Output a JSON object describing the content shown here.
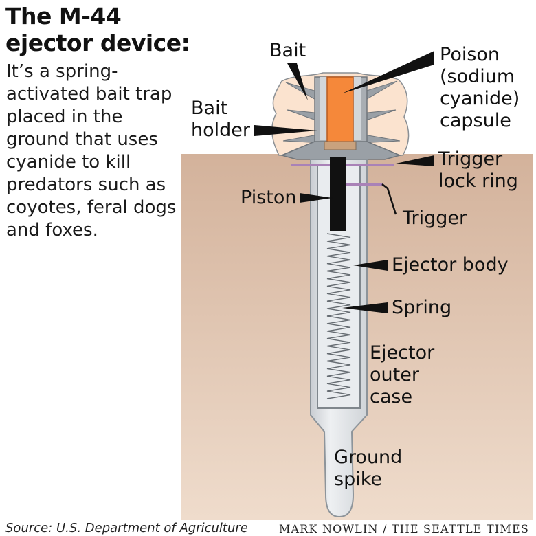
{
  "title": {
    "line1": "The M-44",
    "line2": "ejector device:"
  },
  "intro": [
    "It’s a spring-",
    "activated bait trap",
    "placed in the",
    "ground that uses",
    "cyanide to kill",
    "predators such as",
    "coyotes, feral dogs",
    "and foxes."
  ],
  "labels": {
    "bait": "Bait",
    "poison": [
      "Poison",
      "(sodium",
      "cyanide)",
      "capsule"
    ],
    "bait_holder": [
      "Bait",
      "holder"
    ],
    "trigger_lock_ring": [
      "Trigger",
      "lock ring"
    ],
    "piston": "Piston",
    "trigger": "Trigger",
    "ejector_body": "Ejector body",
    "spring": "Spring",
    "outer_case": [
      "Ejector",
      "outer",
      "case"
    ],
    "ground_spike": [
      "Ground",
      "spike"
    ]
  },
  "footer": {
    "source": "Source: U.S. Department of Agriculture",
    "credit": "MARK NOWLIN / THE SEATTLE TIMES"
  },
  "colors": {
    "ground": "#d7b9a2",
    "bait": "#fbe3cf",
    "poison_capsule": "#f5883a",
    "metal": "#8d949a",
    "case": "#e2e5e8",
    "trigger": "#a982b7",
    "piston": "#111111"
  }
}
